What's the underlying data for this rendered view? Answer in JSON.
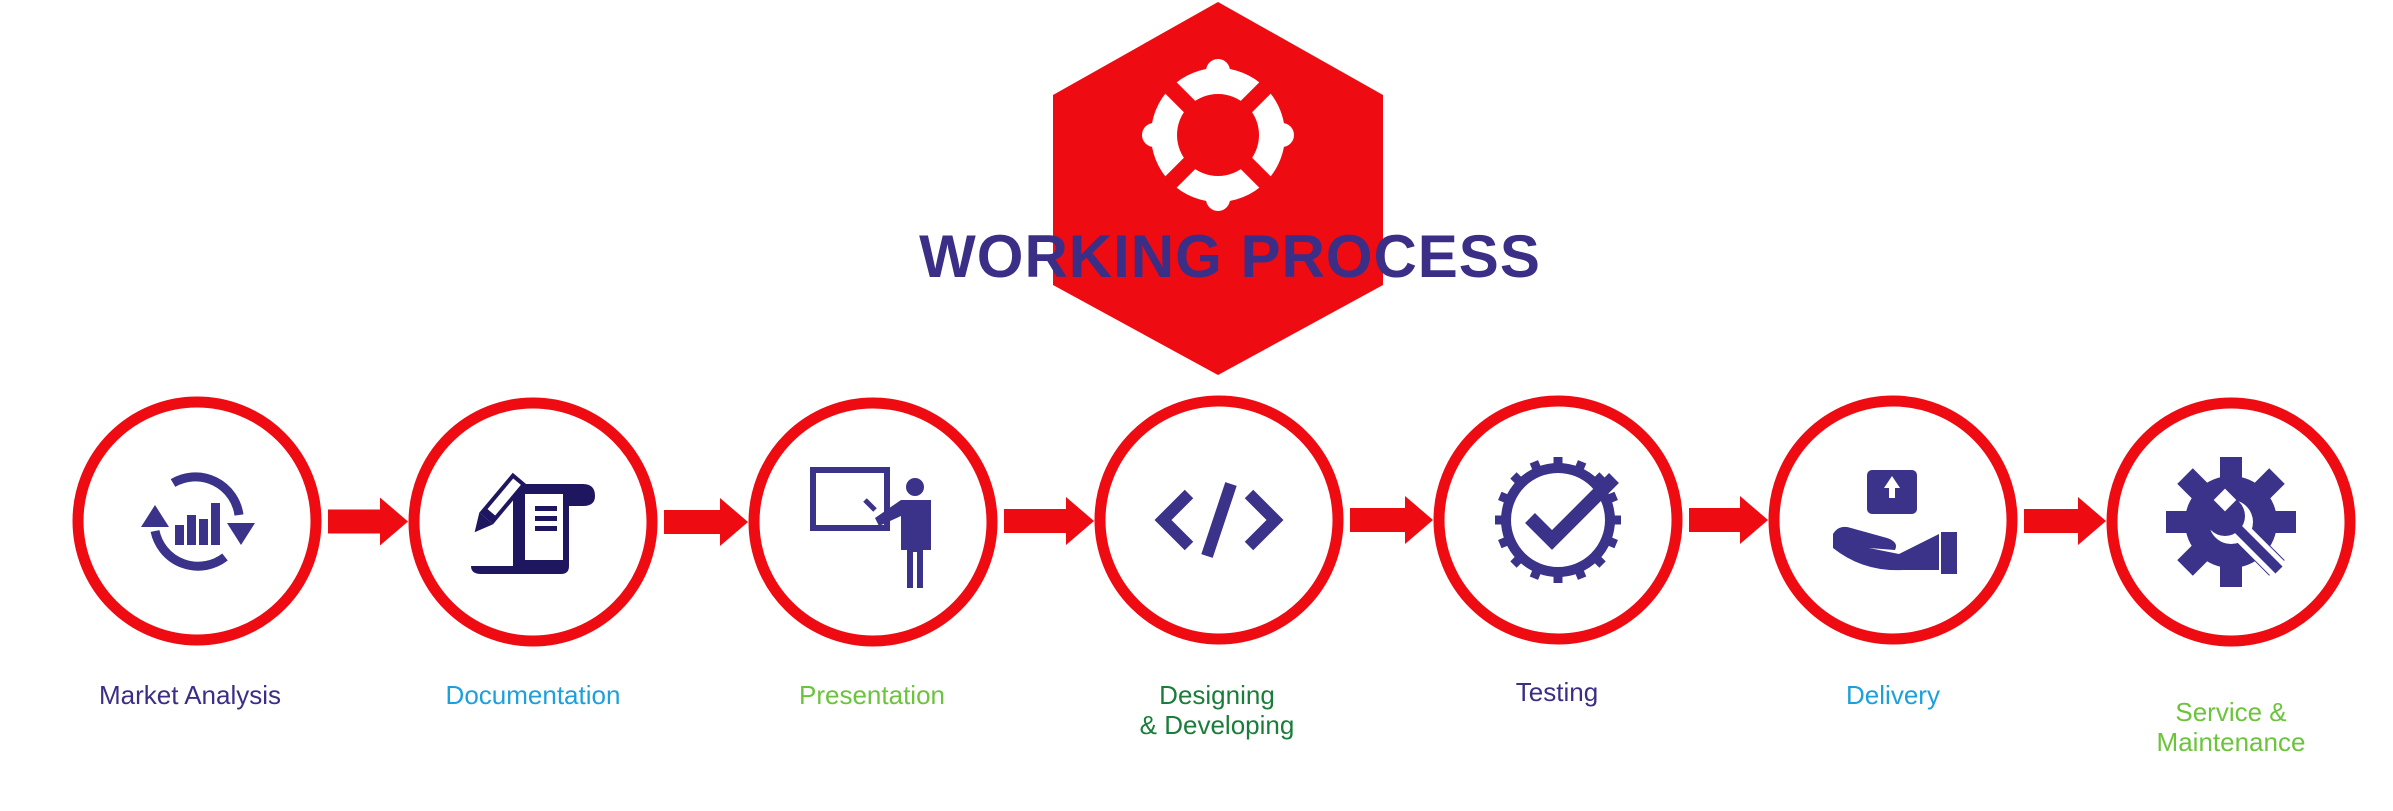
{
  "title": "WORKING PROCESS",
  "colors": {
    "accent_red": "#ee0b12",
    "icon_navy": "#3b3289",
    "title_navy": "#3b2e86"
  },
  "header_icon": "lifebuoy-icon",
  "steps": [
    {
      "label": [
        "Market Analysis"
      ],
      "icon": "analytics-cycle-icon",
      "color": "#3b2e86"
    },
    {
      "label": [
        "Documentation"
      ],
      "icon": "document-pen-icon",
      "color": "#1ca0dc"
    },
    {
      "label": [
        "Presentation"
      ],
      "icon": "presenter-board-icon",
      "color": "#6cc33c"
    },
    {
      "label": [
        "Designing",
        "& Developing"
      ],
      "icon": "code-icon",
      "color": "#1b7d3a"
    },
    {
      "label": [
        "Testing"
      ],
      "icon": "gear-check-icon",
      "color": "#3b2e86"
    },
    {
      "label": [
        "Delivery"
      ],
      "icon": "hand-package-icon",
      "color": "#1ca0dc"
    },
    {
      "label": [
        "Service &",
        "Maintenance"
      ],
      "icon": "gear-wrench-icon",
      "color": "#6cc33c"
    }
  ]
}
